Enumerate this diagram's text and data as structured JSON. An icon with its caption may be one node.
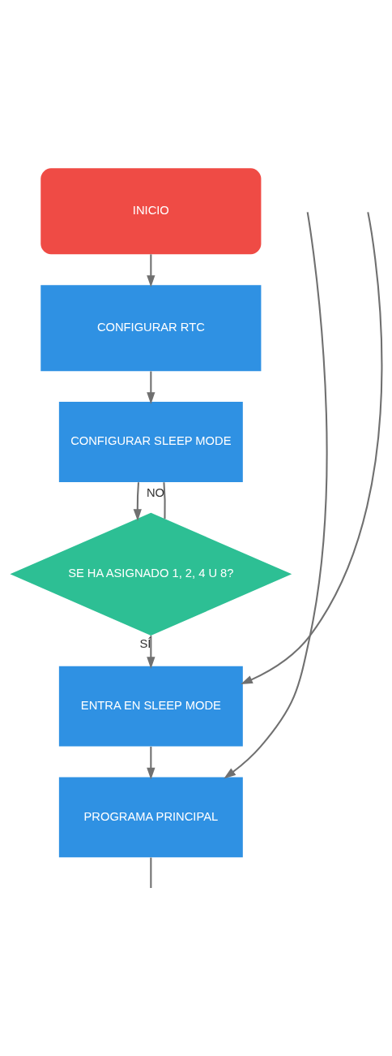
{
  "diagram": {
    "nodes": [
      {
        "text": [
          "INICIO"
        ]
      },
      {
        "text": [
          "CONFIGURAR RTC"
        ]
      },
      {
        "text": [
          "CONFIGURAR SLEEP MODE"
        ]
      },
      {
        "text": [
          "SE HA ASIGNADO 1, 2, 4 U 8?"
        ]
      },
      {
        "text": [
          "ENTRA EN SLEEP MODE"
        ]
      },
      {
        "text": [
          "PROGRAMA PRINCIPAL"
        ]
      }
    ],
    "edges": [
      {
        "from": 0,
        "to": 1,
        "arrow": "to"
      },
      {
        "from": 1,
        "to": 2,
        "arrow": "to"
      },
      {
        "from": 2,
        "to": 3,
        "arrow": "to"
      },
      {
        "from": 3,
        "to": 2,
        "arrow": "none",
        "label": "NO"
      },
      {
        "from": 3,
        "to": 4,
        "arrow": "to",
        "label": "SÍ"
      },
      {
        "from": 4,
        "to": 5,
        "arrow": "to"
      },
      {
        "from": null,
        "to": 4,
        "arrow": "to"
      },
      {
        "from": null,
        "to": 5,
        "arrow": "to"
      },
      {
        "from": 5,
        "to": null,
        "arrow": "none"
      }
    ]
  }
}
